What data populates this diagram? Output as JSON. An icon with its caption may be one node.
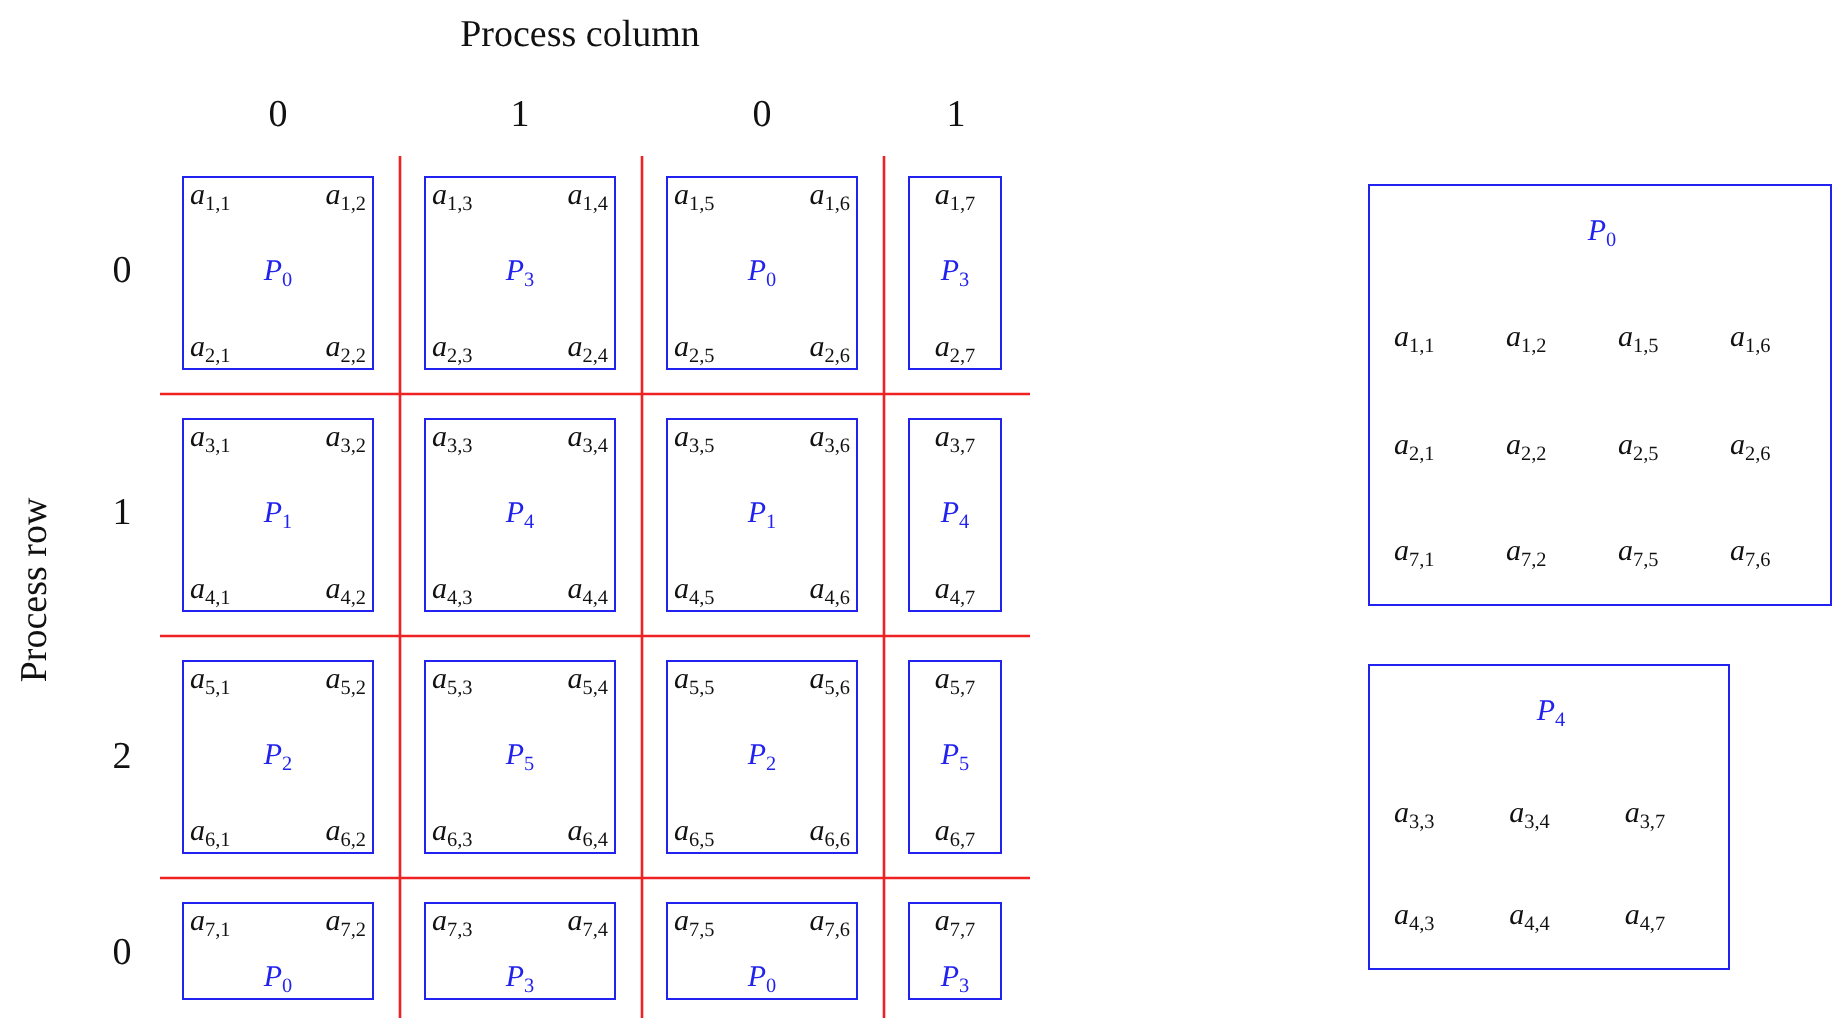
{
  "diagram": {
    "nodes": [
      {
        "text": [
          "*a*$_{1,1}$",
          "*a*$_{1,2}$",
          "*P*$_{0}$",
          "*a*$_{2,1}$",
          "*a*$_{2,2}$"
        ]
      },
      {
        "text": [
          "*a*$_{1,3}$",
          "*a*$_{1,4}$",
          "*P*$_{3}$",
          "*a*$_{2,3}$",
          "*a*$_{2,4}$"
        ]
      },
      {
        "text": [
          "*a*$_{1,5}$",
          "*a*$_{1,6}$",
          "*P*$_{0}$",
          "*a*$_{2,5}$",
          "*a*$_{2,6}$"
        ]
      },
      {
        "text": [
          "*a*$_{1,7}$",
          "*P*$_{3}$",
          "*a*$_{2,7}$"
        ]
      },
      {
        "text": [
          "*a*$_{3,1}$",
          "*a*$_{3,2}$",
          "*P*$_{1}$",
          "*a*$_{4,1}$",
          "*a*$_{4,2}$"
        ]
      },
      {
        "text": [
          "*a*$_{3,3}$",
          "*a*$_{3,4}$",
          "*P*$_{4}$",
          "*a*$_{4,3}$",
          "*a*$_{4,4}$"
        ]
      },
      {
        "text": [
          "*a*$_{3,5}$",
          "*a*$_{3,6}$",
          "*P*$_{1}$",
          "*a*$_{4,5}$",
          "*a*$_{4,6}$"
        ]
      },
      {
        "text": [
          "*a*$_{3,7}$",
          "*P*$_{4}$",
          "*a*$_{4,7}$"
        ]
      },
      {
        "text": [
          "*a*$_{5,1}$",
          "*a*$_{5,2}$",
          "*P*$_{2}$",
          "*a*$_{6,1}$",
          "*a*$_{6,2}$"
        ]
      },
      {
        "text": [
          "*a*$_{5,3}$",
          "*a*$_{5,4}$",
          "*P*$_{5}$",
          "*a*$_{6,3}$",
          "*a*$_{6,4}$"
        ]
      },
      {
        "text": [
          "*a*$_{5,5}$",
          "*a*$_{5,6}$",
          "*P*$_{2}$",
          "*a*$_{6,5}$",
          "*a*$_{6,6}$"
        ]
      },
      {
        "text": [
          "*a*$_{5,7}$",
          "*P*$_{5}$",
          "*a*$_{6,7}$"
        ]
      },
      {
        "text": [
          "*a*$_{7,1}$",
          "*a*$_{7,2}$",
          "*P*$_{0}$"
        ]
      },
      {
        "text": [
          "*a*$_{7,3}$",
          "*a*$_{7,4}$",
          "*P*$_{3}$"
        ]
      },
      {
        "text": [
          "*a*$_{7,5}$",
          "*a*$_{7,6}$",
          "*P*$_{0}$"
        ]
      },
      {
        "text": [
          "*a*$_{7,7}$",
          "*P*$_{3}$"
        ]
      },
      {
        "text": [
          "*P*$_{0}$",
          "*a*$_{1,1}$",
          "*a*$_{1,2}$",
          "*a*$_{1,5}$",
          "*a*$_{1,6}$",
          "*a*$_{2,1}$",
          "*a*$_{2,2}$",
          "*a*$_{2,5}$",
          "*a*$_{2,6}$",
          "*a*$_{7,1}$",
          "*a*$_{7,2}$",
          "*a*$_{7,5}$",
          "*a*$_{7,6}$"
        ]
      },
      {
        "text": [
          "*P*$_{4}$",
          "*a*$_{3,3}$",
          "*a*$_{3,4}$",
          "*a*$_{3,7}$",
          "*a*$_{4,3}$",
          "*a*$_{4,4}$",
          "*a*$_{4,7}$"
        ]
      }
    ],
    "labels": [
      "Process column",
      "0",
      "1",
      "0",
      "1",
      "Process row",
      "0",
      "1",
      "2",
      "0"
    ]
  }
}
